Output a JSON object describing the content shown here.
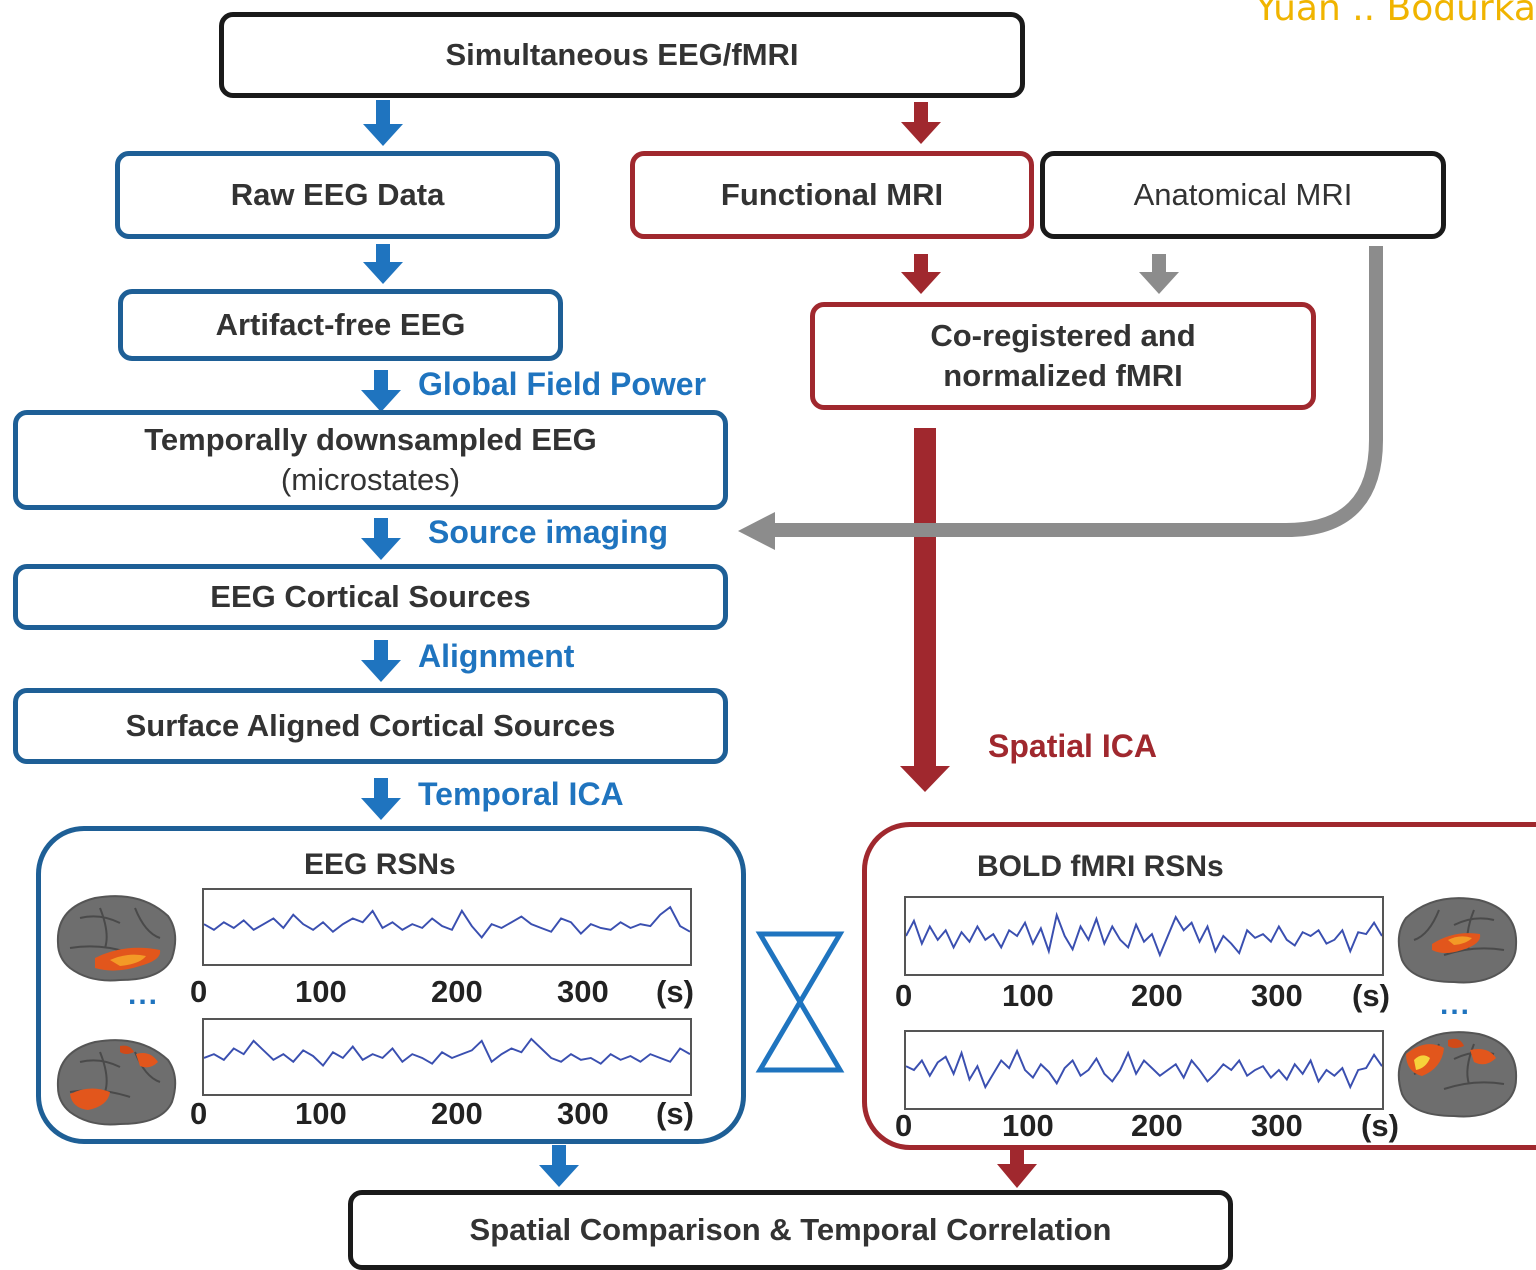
{
  "credit": "Yuan .. Bodurka",
  "boxes": {
    "top": "Simultaneous EEG/fMRI",
    "raw_eeg": "Raw EEG Data",
    "artifact_free": "Artifact-free EEG",
    "downsampled_line1": "Temporally downsampled EEG",
    "downsampled_line2": "(microstates)",
    "cortical_sources": "EEG Cortical Sources",
    "surface_aligned": "Surface Aligned Cortical Sources",
    "functional_mri": "Functional MRI",
    "anatomical_mri": "Anatomical MRI",
    "coreg_line1": "Co-registered and",
    "coreg_line2": "normalized fMRI",
    "bottom": "Spatial Comparison & Temporal Correlation"
  },
  "step_labels": {
    "global_field_power": "Global Field Power",
    "source_imaging": "Source imaging",
    "alignment": "Alignment",
    "temporal_ica": "Temporal ICA",
    "spatial_ica": "Spatial ICA"
  },
  "eeg_panel": {
    "title": "EEG RSNs",
    "ellipsis": "...",
    "ticks": [
      "0",
      "100",
      "200",
      "300",
      "(s)"
    ]
  },
  "bold_panel": {
    "title": "BOLD fMRI RSNs",
    "ellipsis": "...",
    "ticks": [
      "0",
      "100",
      "200",
      "300",
      "(s)"
    ]
  },
  "colors": {
    "eeg_blue": "#1e5f96",
    "label_blue": "#1f74bf",
    "fmri_red": "#a0282e",
    "anatomical_gray": "#8c8c8c",
    "trace_blue": "#3a4fb0",
    "credit_yellow": "#f0b400"
  }
}
